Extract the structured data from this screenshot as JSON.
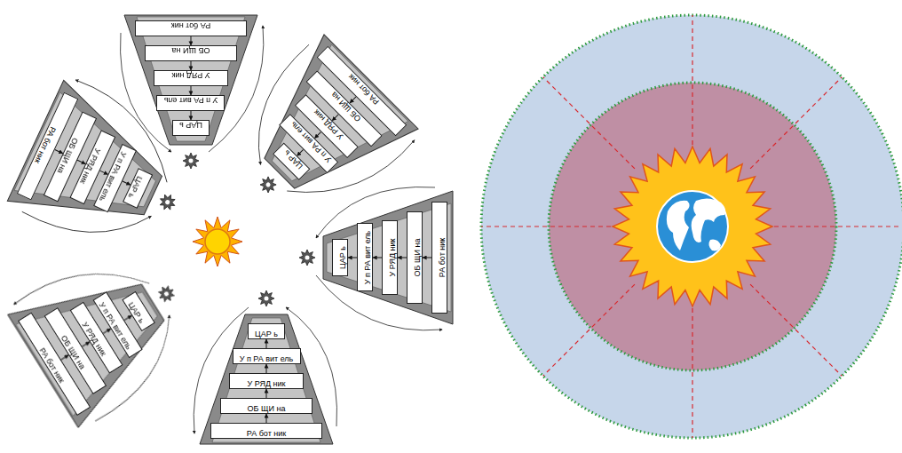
{
  "diagram": {
    "nodes": [
      {
        "text": [
          "РА бот ник"
        ]
      },
      {
        "text": [
          "ОБ ЩИ на"
        ]
      },
      {
        "text": [
          "У РЯД ник"
        ]
      },
      {
        "text": [
          "У п РА вит ель"
        ]
      },
      {
        "text": [
          "ЦАР ь"
        ]
      },
      {
        "text": [
          "РА бот ник"
        ]
      },
      {
        "text": [
          "ОБ ЩИ на"
        ]
      },
      {
        "text": [
          "У РЯД ник"
        ]
      },
      {
        "text": [
          "У п РА вит ель"
        ]
      },
      {
        "text": [
          "ЦАР ь"
        ]
      },
      {
        "text": [
          "РА бот ник"
        ]
      },
      {
        "text": [
          "ОБ ЩИ на"
        ]
      },
      {
        "text": [
          "У РЯД ник"
        ]
      },
      {
        "text": [
          "У п РА вит ель"
        ]
      },
      {
        "text": [
          "ЦАР ь"
        ]
      },
      {
        "text": [
          "РА бот ник"
        ]
      },
      {
        "text": [
          "ОБ ЩИ на"
        ]
      },
      {
        "text": [
          "У РЯД ник"
        ]
      },
      {
        "text": [
          "У п РА вит ель"
        ]
      },
      {
        "text": [
          "ЦАР ь"
        ]
      },
      {
        "text": [
          "РА бот ник"
        ]
      },
      {
        "text": [
          "ОБ ЩИ на"
        ]
      },
      {
        "text": [
          "У РЯД ник"
        ]
      },
      {
        "text": [
          "У п РА вит ель"
        ]
      },
      {
        "text": [
          "ЦАР ь"
        ]
      },
      {
        "text": [
          "РА бот ник"
        ]
      },
      {
        "text": [
          "ОБ ЩИ на"
        ]
      },
      {
        "text": [
          "У РЯД ник"
        ]
      },
      {
        "text": [
          "У п РА вит ель"
        ]
      },
      {
        "text": [
          "ЦАР ь"
        ]
      }
    ],
    "edges": [
      {
        "from": 0,
        "to": 1,
        "arrow": "to"
      },
      {
        "from": 1,
        "to": 2,
        "arrow": "to"
      },
      {
        "from": 2,
        "to": 3,
        "arrow": "to"
      },
      {
        "from": 3,
        "to": 4,
        "arrow": "to"
      },
      {
        "from": 5,
        "to": 6,
        "arrow": "to"
      },
      {
        "from": 6,
        "to": 7,
        "arrow": "to"
      },
      {
        "from": 7,
        "to": 8,
        "arrow": "to"
      },
      {
        "from": 8,
        "to": 9,
        "arrow": "to"
      },
      {
        "from": 10,
        "to": 11,
        "arrow": "to"
      },
      {
        "from": 11,
        "to": 12,
        "arrow": "to"
      },
      {
        "from": 12,
        "to": 13,
        "arrow": "to"
      },
      {
        "from": 13,
        "to": 14,
        "arrow": "to"
      },
      {
        "from": 15,
        "to": 16,
        "arrow": "to"
      },
      {
        "from": 16,
        "to": 17,
        "arrow": "to"
      },
      {
        "from": 17,
        "to": 18,
        "arrow": "to"
      },
      {
        "from": 18,
        "to": 19,
        "arrow": "to"
      },
      {
        "from": 20,
        "to": 21,
        "arrow": "to"
      },
      {
        "from": 21,
        "to": 22,
        "arrow": "to"
      },
      {
        "from": 22,
        "to": 23,
        "arrow": "to"
      },
      {
        "from": 23,
        "to": 24,
        "arrow": "to"
      },
      {
        "from": 25,
        "to": 26,
        "arrow": "to"
      },
      {
        "from": 26,
        "to": 27,
        "arrow": "to"
      },
      {
        "from": 27,
        "to": 28,
        "arrow": "to"
      },
      {
        "from": 28,
        "to": 29,
        "arrow": "to"
      }
    ]
  }
}
